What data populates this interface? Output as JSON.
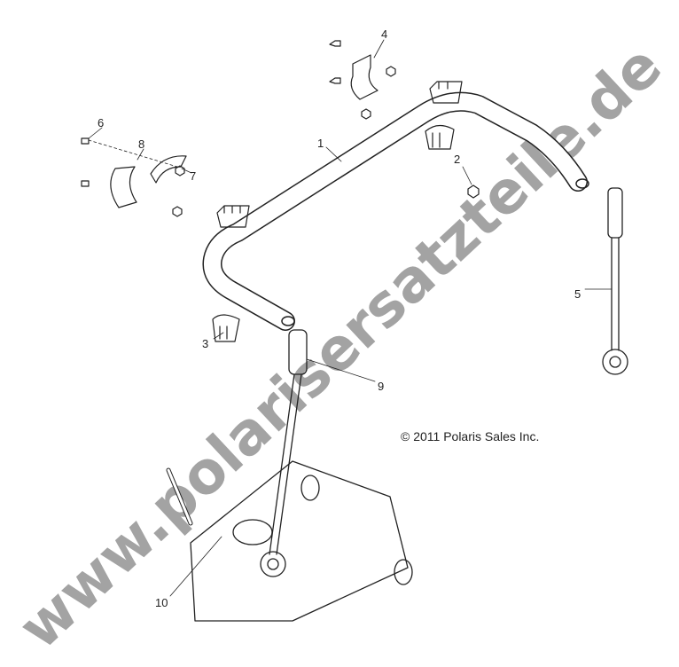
{
  "diagram": {
    "callouts": [
      {
        "label": "1"
      },
      {
        "label": "2"
      },
      {
        "label": "3"
      },
      {
        "label": "4"
      },
      {
        "label": "5"
      },
      {
        "label": "6"
      },
      {
        "label": "7"
      },
      {
        "label": "8"
      },
      {
        "label": "9"
      },
      {
        "label": "10"
      }
    ],
    "copyright": "© 2011 Polaris Sales Inc.",
    "watermark": "www.polarisersatzteile.de",
    "line_color": "#222222",
    "watermark_color": "#9a9a9a"
  }
}
